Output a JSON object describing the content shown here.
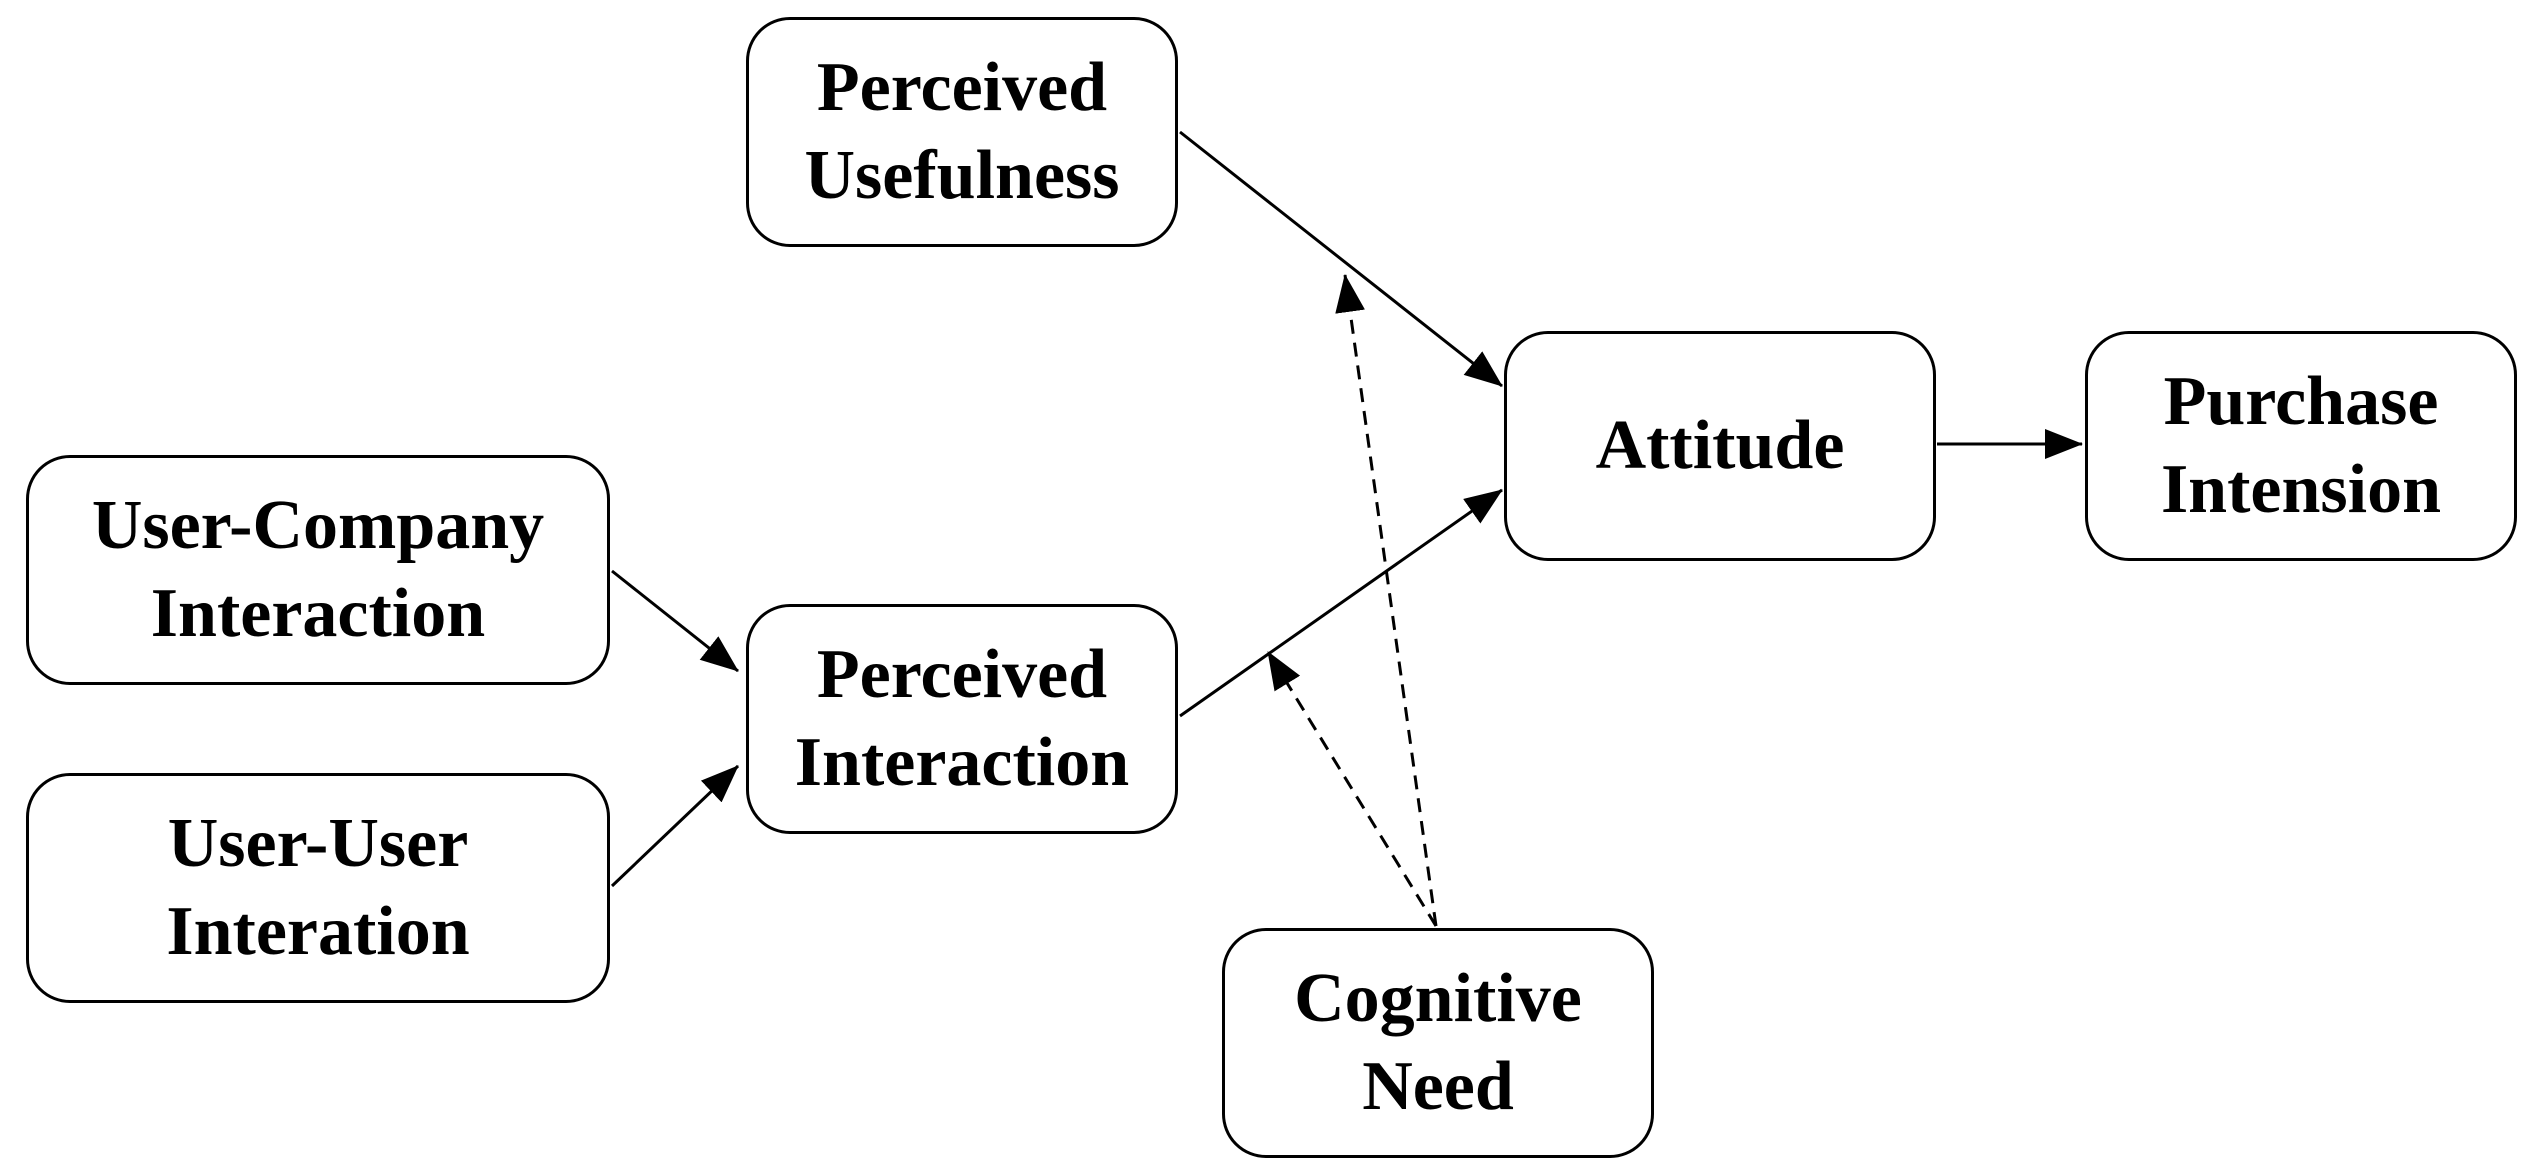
{
  "diagram": {
    "nodes": {
      "perceived_usefulness": {
        "line1": "Perceived",
        "line2": "Usefulness"
      },
      "user_company": {
        "line1": "User-Company",
        "line2": "Interaction"
      },
      "user_user": {
        "line1": "User-User",
        "line2": "Interation"
      },
      "perceived_interaction": {
        "line1": "Perceived",
        "line2": "Interaction"
      },
      "attitude": {
        "line1": "Attitude"
      },
      "purchase_intension": {
        "line1": "Purchase",
        "line2": "Intension"
      },
      "cognitive_need": {
        "line1": "Cognitive",
        "line2": "Need"
      }
    },
    "edges": [
      {
        "from": "User-Company Interaction",
        "to": "Perceived Interaction",
        "style": "solid"
      },
      {
        "from": "User-User Interation",
        "to": "Perceived Interaction",
        "style": "solid"
      },
      {
        "from": "Perceived Usefulness",
        "to": "Attitude",
        "style": "solid"
      },
      {
        "from": "Perceived Interaction",
        "to": "Attitude",
        "style": "solid"
      },
      {
        "from": "Attitude",
        "to": "Purchase Intension",
        "style": "solid"
      },
      {
        "from": "Cognitive Need",
        "to": "Perceived Usefulness → Attitude",
        "style": "dashed"
      },
      {
        "from": "Cognitive Need",
        "to": "Perceived Interaction → Attitude",
        "style": "dashed"
      }
    ],
    "colors": {
      "stroke": "#000000",
      "fill": "#ffffff",
      "text": "#000000"
    }
  }
}
